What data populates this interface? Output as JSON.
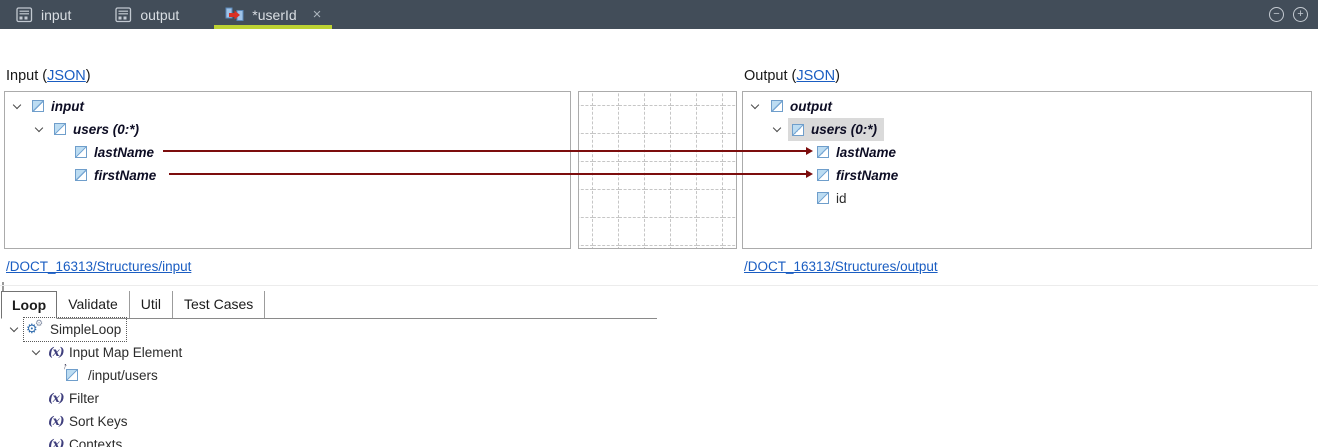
{
  "tab_bar": {
    "background_color": "#424d59",
    "active_underline_color": "#bdd233",
    "tabs": [
      {
        "label": "input"
      },
      {
        "label": "output"
      },
      {
        "label": "*userId",
        "close_glyph": "×",
        "active": true
      }
    ],
    "collapse_glyph": "−",
    "expand_glyph": "+"
  },
  "mapper": {
    "input_header": {
      "prefix": "Input (",
      "link": "JSON",
      "suffix": ")"
    },
    "output_header": {
      "prefix": "Output (",
      "link": "JSON",
      "suffix": ")"
    },
    "input_tree": {
      "root": "input",
      "array_node": "users (0:*)",
      "fields": [
        "lastName",
        "firstName"
      ]
    },
    "output_tree": {
      "root": "output",
      "array_node": "users (0:*)",
      "fields": [
        "lastName",
        "firstName"
      ],
      "unmapped_field": "id"
    },
    "mappings": [
      {
        "from": "lastName",
        "to": "lastName"
      },
      {
        "from": "firstName",
        "to": "firstName"
      }
    ],
    "input_structure_link": "/DOCT_16313/Structures/input",
    "output_structure_link": "/DOCT_16313/Structures/output",
    "colors": {
      "mapping_line": "#7c0d0d",
      "link_blue": "#1a5dc2",
      "selection_gray": "#dadada",
      "element_icon_blue": "#bcdcf2"
    }
  },
  "bottom_panel": {
    "tabs": [
      "Loop",
      "Validate",
      "Util",
      "Test Cases"
    ],
    "active_tab": "Loop",
    "function_glyph": "(x)",
    "tree": {
      "root": "SimpleLoop",
      "input_map_element": "Input Map Element",
      "input_path": "/input/users",
      "filter": "Filter",
      "sort_keys": "Sort Keys",
      "contexts": "Contexts"
    }
  }
}
